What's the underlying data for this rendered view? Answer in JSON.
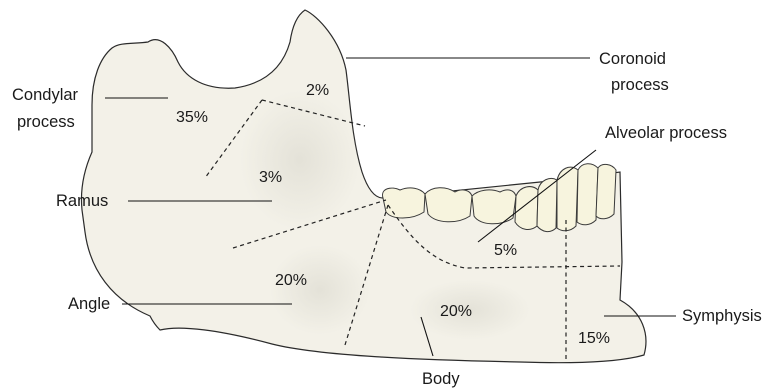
{
  "labels": {
    "condylar_line1": "Condylar",
    "condylar_line2": "process",
    "coronoid_line1": "Coronoid",
    "coronoid_line2": "process",
    "alveolar": "Alveolar process",
    "ramus": "Ramus",
    "angle": "Angle",
    "symphysis": "Symphysis",
    "body": "Body"
  },
  "percentages": {
    "condylar": "35%",
    "coronoid": "2%",
    "ramus": "3%",
    "alveolar": "5%",
    "angle": "20%",
    "body": "20%",
    "symphysis": "15%"
  },
  "colors": {
    "bone_fill": "#f3f1e8",
    "tooth_fill": "#f7f4de",
    "outline": "#2b2b2b"
  }
}
